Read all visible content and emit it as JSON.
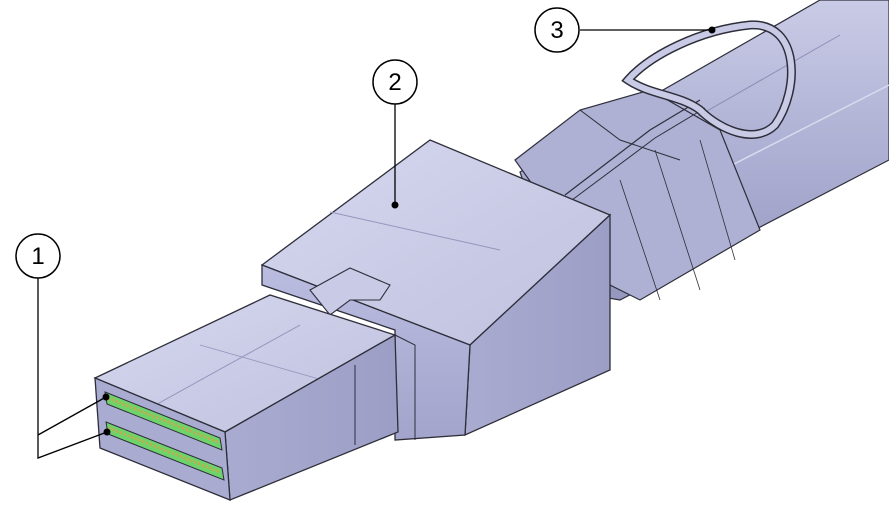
{
  "callouts": [
    {
      "number": "1"
    },
    {
      "number": "2"
    },
    {
      "number": "3"
    }
  ],
  "colors": {
    "body": "#b7b9d9",
    "body_light": "#d3d4eb",
    "body_dark": "#9496bd",
    "outline": "#2e2e3a",
    "contact_green": "#6fd36c",
    "contact_gold": "#c8a94a",
    "callout_stroke": "#000000"
  },
  "icons": [
    "connector-illustration",
    "pull-tab-loop-icon"
  ]
}
